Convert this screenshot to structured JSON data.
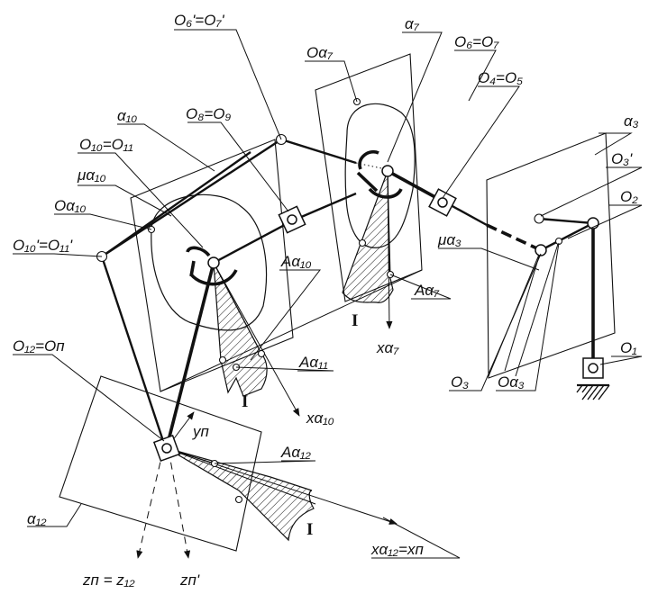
{
  "labels": {
    "o6p_o7p": "O₆'=O₇'",
    "alpha7": "α₇",
    "o_alpha7": "Oα₇",
    "o6_o7": "O₆=O₇",
    "o4_o5": "O₄=O₅",
    "alpha10": "α₁₀",
    "o8_o9": "O₈=O₉",
    "o10_o11": "O₁₀=O₁₁",
    "mu_alpha10": "μα₁₀",
    "o_alpha10": "Oα₁₀",
    "o10p_o11p": "O₁₀'=O₁₁'",
    "a_alpha10": "Aα₁₀",
    "a_alpha7": "Aα₇",
    "a_alpha11": "Aα₁₁",
    "x_alpha7": "xα₇",
    "x_alpha10": "xα₁₀",
    "o12_on": "O₁₂=Oп",
    "y_n": "yп",
    "a_alpha12": "Aα₁₂",
    "alpha12": "α₁₂",
    "x_alpha12_xn": "xα₁₂=xп",
    "z_n_z12": "zп = z₁₂",
    "z_n_prime": "zп'",
    "alpha3": "α₃",
    "o3_prime": "O₃'",
    "o2": "O₂",
    "mu_alpha3": "μα₃",
    "o1": "O₁",
    "o3": "O₃",
    "o_alpha3": "Oα₃",
    "roman_zone": "I"
  }
}
